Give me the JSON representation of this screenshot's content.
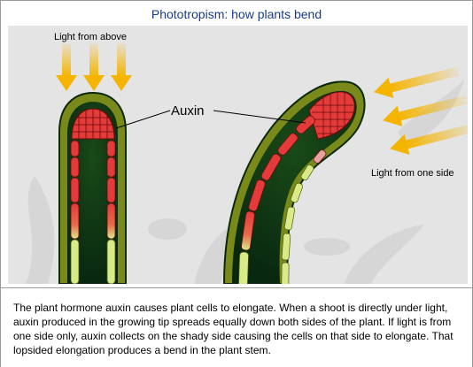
{
  "title": "Phototropism: how plants bend",
  "labels": {
    "light_above": "Light from above",
    "auxin": "Auxin",
    "light_side": "Light from one side"
  },
  "caption": "The plant hormone auxin causes plant cells to elongate. When a shoot is directly under light, auxin produced in the growing tip spreads equally down both sides of the plant. If light is from one side only, auxin collects on the shady side causing the cells on that side to elongate. That lopsided elongation produces a bend in the plant stem.",
  "colors": {
    "stem_outer": "#7a8a1a",
    "stem_inner": "#0a3a12",
    "auxin_cell": "#e33a3a",
    "plain_cell": "#d9ea88",
    "light_arrow": "#f5b400"
  }
}
